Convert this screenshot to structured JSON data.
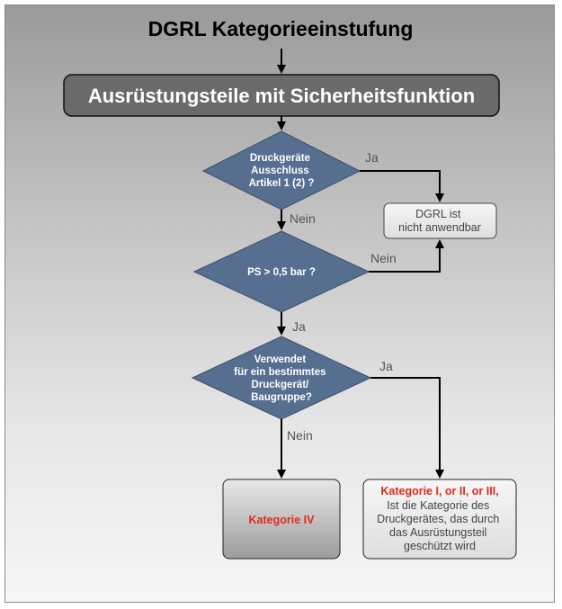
{
  "title": "DGRL Kategorieeinstufung",
  "start_box": "Ausrüstungsteile mit Sicherheitsfunktion",
  "decision1": {
    "lines": [
      "Druckgeräte",
      "Ausschluss",
      "Artikel 1 (2) ?"
    ],
    "yes_label": "Ja",
    "no_label": "Nein"
  },
  "decision2": {
    "lines": [
      "PS  > 0,5 bar ?"
    ],
    "no_label": "Nein",
    "yes_label": "Ja"
  },
  "decision3": {
    "lines": [
      "Verwendet",
      "für ein bestimmtes",
      "Druckgerät/",
      "Baugruppe?"
    ],
    "yes_label": "Ja",
    "no_label": "Nein"
  },
  "result_not_applicable": {
    "lines": [
      "DGRL ist",
      "nicht anwendbar"
    ]
  },
  "result_category_iv": {
    "text": "Kategorie IV"
  },
  "result_category_lower": {
    "highlight": "Kategorie I, or  II, or  III,",
    "lines": [
      "Ist die Kategorie des",
      "Druckgerätes, das durch",
      "das Ausrüstungsteil",
      "geschützt wird"
    ]
  },
  "colors": {
    "diamond": "#566e8f",
    "banner": "#6a6a6a",
    "highlight": "#e3291b"
  }
}
